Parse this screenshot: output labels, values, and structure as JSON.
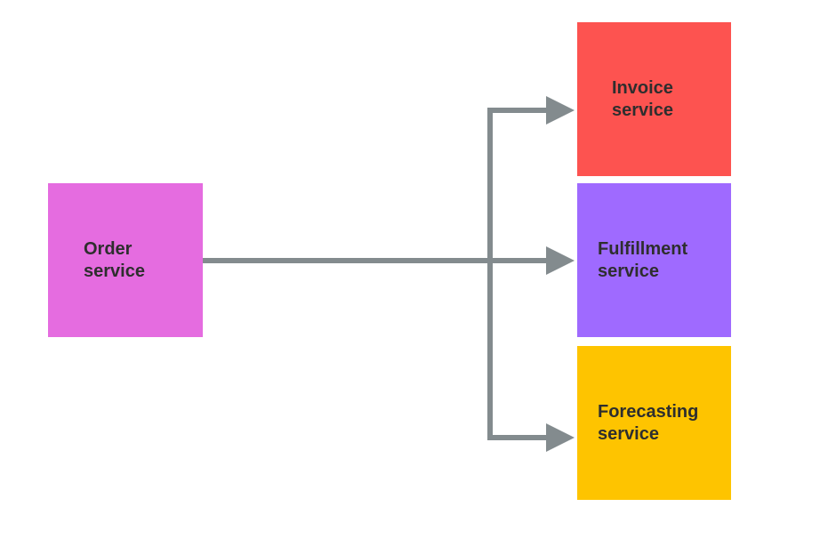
{
  "nodes": {
    "order": {
      "line1": "Order",
      "line2": "service",
      "color": "#e56ce0"
    },
    "invoice": {
      "line1": "Invoice",
      "line2": "service",
      "color": "#fd5350"
    },
    "fulfillment": {
      "line1": "Fulfillment",
      "line2": "service",
      "color": "#9f6aff"
    },
    "forecasting": {
      "line1": "Forecasting",
      "line2": "service",
      "color": "#fec400"
    }
  },
  "connector_color": "#838b8e",
  "edges": [
    {
      "from": "Order service",
      "to": "Invoice service"
    },
    {
      "from": "Order service",
      "to": "Fulfillment service"
    },
    {
      "from": "Order service",
      "to": "Forecasting service"
    }
  ]
}
